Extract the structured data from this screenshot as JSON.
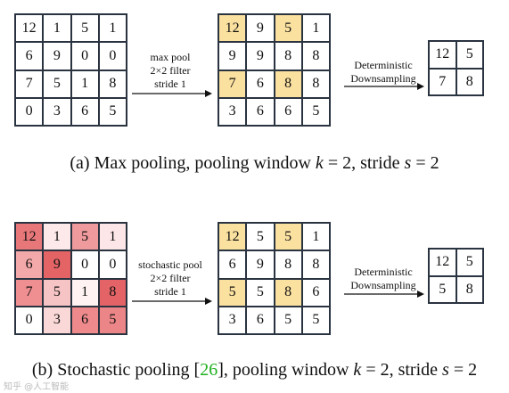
{
  "panel_a": {
    "input": [
      [
        "12",
        "1",
        "5",
        "1"
      ],
      [
        "6",
        "9",
        "0",
        "0"
      ],
      [
        "7",
        "5",
        "1",
        "8"
      ],
      [
        "0",
        "3",
        "6",
        "5"
      ]
    ],
    "op_label": [
      "max pool",
      "2×2 filter",
      "stride 1"
    ],
    "mid": [
      [
        "12",
        "9",
        "5",
        "1"
      ],
      [
        "9",
        "9",
        "8",
        "8"
      ],
      [
        "7",
        "6",
        "8",
        "8"
      ],
      [
        "3",
        "6",
        "6",
        "5"
      ]
    ],
    "mid_highlight": [
      [
        true,
        false,
        true,
        false
      ],
      [
        false,
        false,
        false,
        false
      ],
      [
        true,
        false,
        true,
        false
      ],
      [
        false,
        false,
        false,
        false
      ]
    ],
    "ds_label": [
      "Deterministic",
      "Downsampling"
    ],
    "output": [
      [
        "12",
        "5"
      ],
      [
        "7",
        "8"
      ]
    ],
    "caption_prefix": "(a) Max pooling, pooling window ",
    "caption_k": "k",
    "caption_mid": " = 2, stride ",
    "caption_s": "s",
    "caption_end": " = 2"
  },
  "panel_b": {
    "input": [
      [
        "12",
        "1",
        "5",
        "1"
      ],
      [
        "6",
        "9",
        "0",
        "0"
      ],
      [
        "7",
        "5",
        "1",
        "8"
      ],
      [
        "0",
        "3",
        "6",
        "5"
      ]
    ],
    "input_heat": [
      [
        "#e8777a",
        "#fde9ea",
        "#ef9a9c",
        "#fde6e7"
      ],
      [
        "#f3a8a9",
        "#e46466",
        "#ffffff",
        "#ffffff"
      ],
      [
        "#f08f91",
        "#f7c4c5",
        "#fef2f2",
        "#e36366"
      ],
      [
        "#ffffff",
        "#fbd8d8",
        "#ef8a8c",
        "#ec8587"
      ]
    ],
    "op_label": [
      "stochastic pool",
      "2×2 filter",
      "stride 1"
    ],
    "mid": [
      [
        "12",
        "5",
        "5",
        "1"
      ],
      [
        "6",
        "9",
        "8",
        "8"
      ],
      [
        "5",
        "5",
        "8",
        "6"
      ],
      [
        "3",
        "6",
        "5",
        "5"
      ]
    ],
    "mid_highlight": [
      [
        true,
        false,
        true,
        false
      ],
      [
        false,
        false,
        false,
        false
      ],
      [
        true,
        false,
        true,
        false
      ],
      [
        false,
        false,
        false,
        false
      ]
    ],
    "ds_label": [
      "Deterministic",
      "Downsampling"
    ],
    "output": [
      [
        "12",
        "5"
      ],
      [
        "5",
        "8"
      ]
    ],
    "caption_prefix": "(b) Stochastic pooling [",
    "caption_cite": "26",
    "caption_after_cite": "], pooling window ",
    "caption_k": "k",
    "caption_mid": " = 2, stride ",
    "caption_s": "s",
    "caption_end": " = 2"
  },
  "colors": {
    "highlight": "#fbe1a0",
    "grid_line": "#2a3340",
    "cite": "#1fb01f"
  },
  "watermark": "知乎 @人工智能"
}
